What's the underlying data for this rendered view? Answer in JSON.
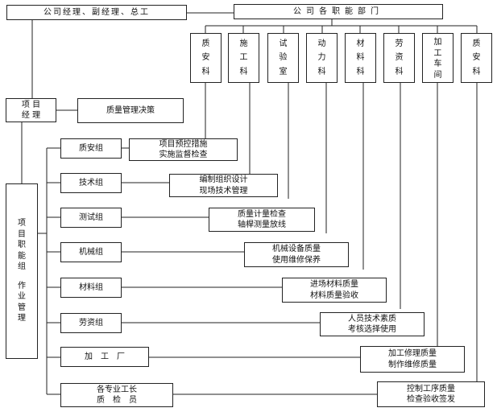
{
  "leadership": "公司经理、副经理、总工",
  "departments_header": "公司各职能部门",
  "departments": [
    [
      "质",
      "安",
      "科"
    ],
    [
      "施",
      "工",
      "科"
    ],
    [
      "试",
      "验",
      "室"
    ],
    [
      "动",
      "力",
      "科"
    ],
    [
      "材",
      "料",
      "科"
    ],
    [
      "劳",
      "资",
      "科"
    ],
    [
      "加",
      "工",
      "车",
      "间"
    ],
    [
      "质",
      "安",
      "科"
    ]
  ],
  "project_manager": [
    "项 目",
    "经 理"
  ],
  "quality_decision": "质量管理决策",
  "functional_group": [
    "项",
    "目",
    "职",
    "能",
    "组",
    "",
    "作",
    "业",
    "管",
    "理"
  ],
  "groups": [
    "质安组",
    "技术组",
    "测试组",
    "机械组",
    "材料组",
    "劳资组",
    "加　工　厂"
  ],
  "inspectors": [
    "各专业工长",
    "质　检　员"
  ],
  "tasks": [
    [
      "项目预控措施",
      "实施监督检查"
    ],
    [
      "编制组织设计",
      "现场技术管理"
    ],
    [
      "质量计量检查",
      "轴桿测量放线"
    ],
    [
      "机械设备质量",
      "使用维修保养"
    ],
    [
      "进场材料质量",
      "材料质量验收"
    ],
    [
      "人员技术素质",
      "考核选择使用"
    ],
    [
      "加工修理质量",
      "制作维修质量"
    ],
    [
      "控制工序质量",
      "检查验收签发"
    ]
  ]
}
